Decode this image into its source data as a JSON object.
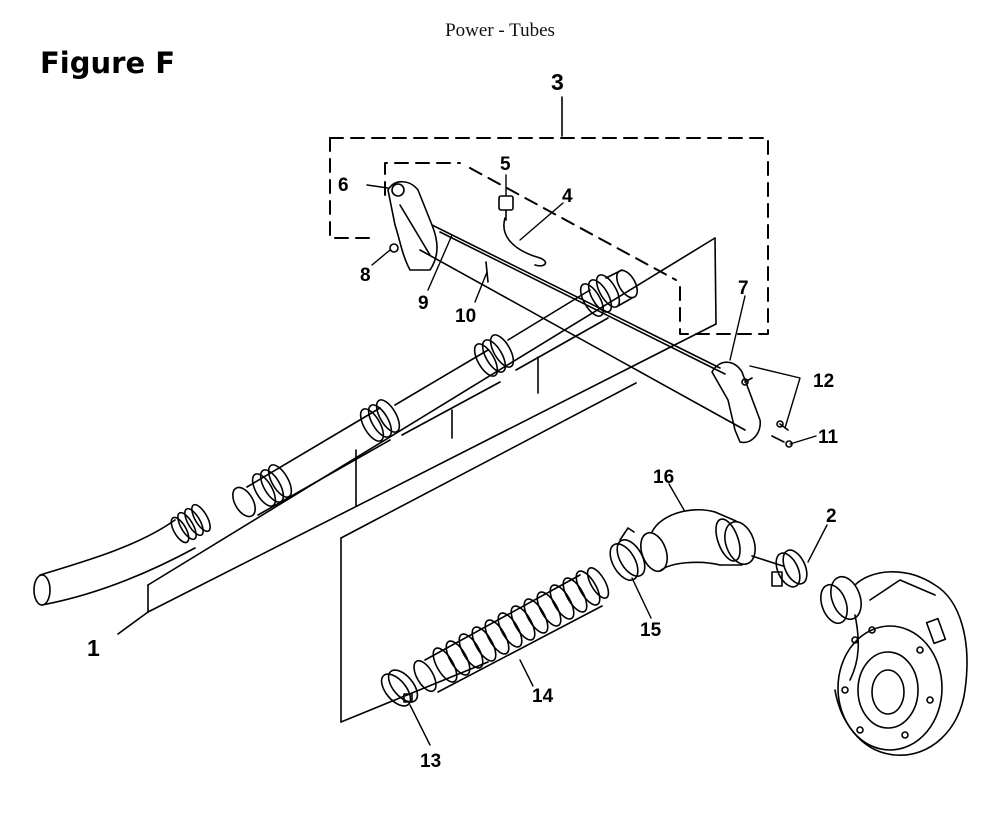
{
  "header": {
    "title": "Power - Tubes"
  },
  "figure": {
    "label": "Figure F"
  },
  "callouts": {
    "c1": "1",
    "c2": "2",
    "c3": "3",
    "c4": "4",
    "c5": "5",
    "c6": "6",
    "c7": "7",
    "c8": "8",
    "c9": "9",
    "c10": "10",
    "c11": "11",
    "c12": "12",
    "c13": "13",
    "c14": "14",
    "c15": "15",
    "c16": "16"
  }
}
